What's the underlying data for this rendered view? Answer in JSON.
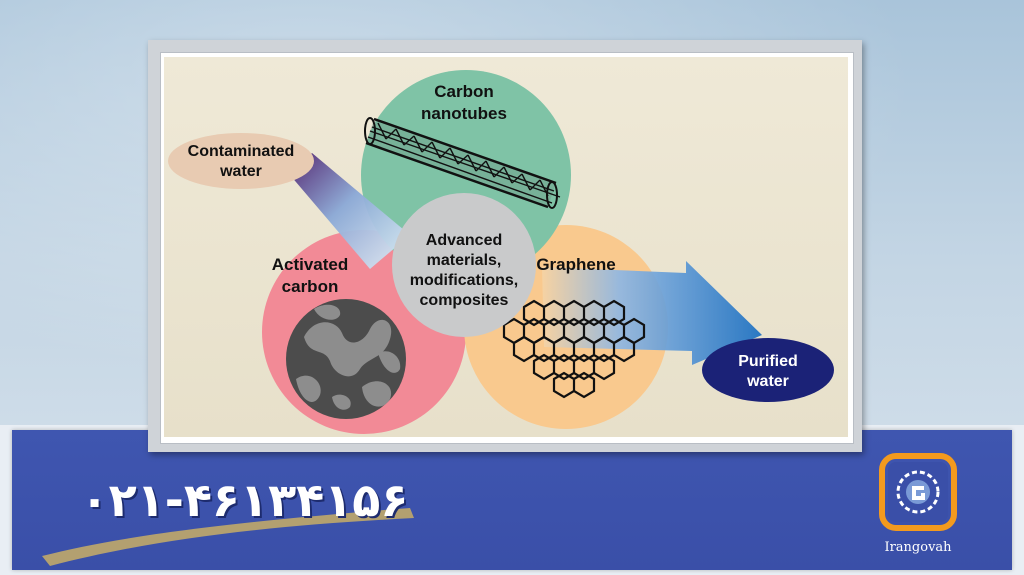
{
  "diagram": {
    "center_label": [
      "Advanced",
      "materials,",
      "modifications,",
      "composites"
    ],
    "nodes": {
      "carbon_nanotubes": [
        "Carbon",
        "nanotubes"
      ],
      "activated_carbon": [
        "Activated",
        "carbon"
      ],
      "graphene": [
        "Graphene"
      ],
      "contaminated_water": [
        "Contaminated",
        "water"
      ],
      "purified_water": [
        "Purified",
        "water"
      ]
    }
  },
  "banner": {
    "phone": "۰۲۱-۴۶۱۳۴۱۵۶",
    "logo_name": "Irangovah"
  },
  "colors": {
    "nanotubes_circle": "#7fc3a6",
    "activated_circle": "#f28a96",
    "graphene_circle": "#f9c98e",
    "center_circle": "#c9cacb",
    "purified_oval": "#1b2277",
    "contaminated_oval": "#e8cbb2",
    "arrow_blue": "#1a6fc2",
    "band_blue": "#3c52ab"
  }
}
